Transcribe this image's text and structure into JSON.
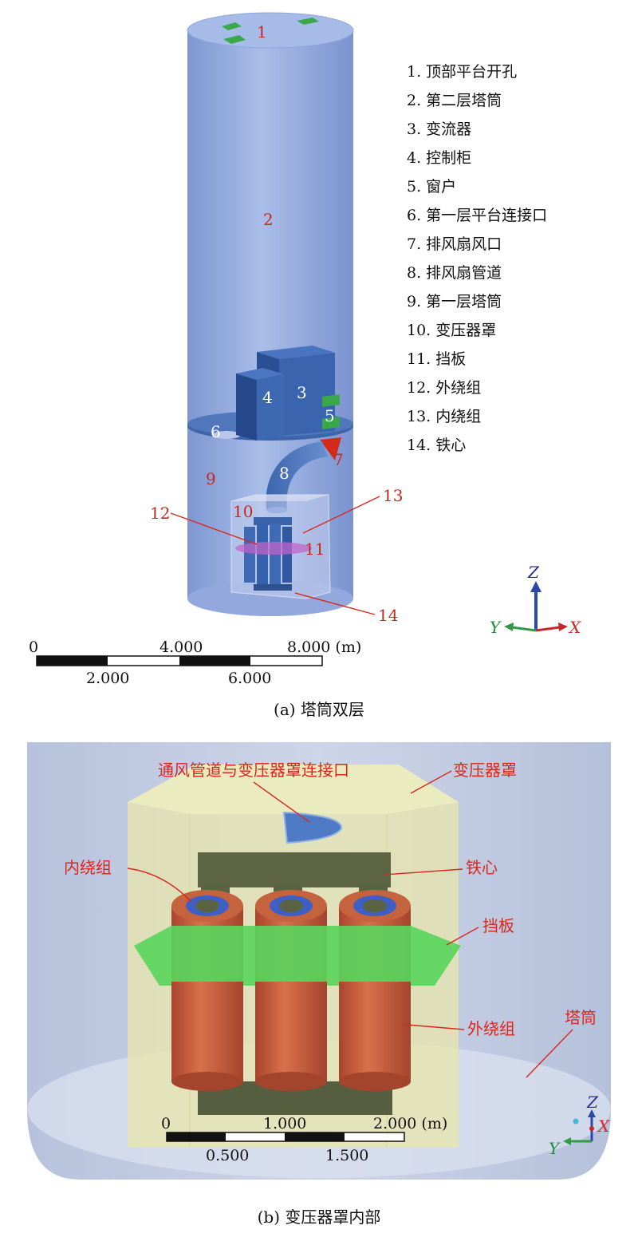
{
  "panel_a": {
    "caption": "(a) 塔筒双层",
    "part_numbers": [
      "1",
      "2",
      "3",
      "4",
      "5",
      "6",
      "7",
      "8",
      "9",
      "10",
      "11",
      "12",
      "13",
      "14"
    ],
    "legend": [
      "1. 顶部平台开孔",
      "2. 第二层塔筒",
      "3. 变流器",
      "4. 控制柜",
      "5. 窗户",
      "6. 第一层平台连接口",
      "7. 排风扇风口",
      "8. 排风扇管道",
      "9. 第一层塔筒",
      "10. 变压器罩",
      "11. 挡板",
      "12. 外绕组",
      "13. 内绕组",
      "14. 铁心"
    ],
    "scale_top": [
      "0",
      "4.000",
      "8.000 (m)"
    ],
    "scale_bottom": [
      "2.000",
      "6.000"
    ],
    "axes": {
      "z": "Z",
      "y": "Y",
      "x": "X"
    }
  },
  "panel_b": {
    "caption": "(b) 变压器罩内部",
    "labels": {
      "duct_connection": "通风管道与变压器罩连接口",
      "cover": "变压器罩",
      "inner_winding": "内绕组",
      "core": "铁心",
      "baffle": "挡板",
      "outer_winding": "外绕组",
      "tower": "塔筒"
    },
    "scale_top": [
      "0",
      "1.000",
      "2.000 (m)"
    ],
    "scale_bottom": [
      "0.500",
      "1.500"
    ],
    "axes": {
      "z": "Z",
      "y": "Y",
      "x": "X"
    }
  },
  "colors": {
    "tower_blue": "#8fa7dc",
    "equipment_blue": "#3a62a8",
    "vent_red": "#d42a1a",
    "window_green": "#3aa84a",
    "winding_orange": "#c8583a",
    "core_olive": "#5a6442",
    "baffle_green": "#58d45a",
    "cover_yellow": "#e6e6b0",
    "label_red": "#d8281e"
  }
}
